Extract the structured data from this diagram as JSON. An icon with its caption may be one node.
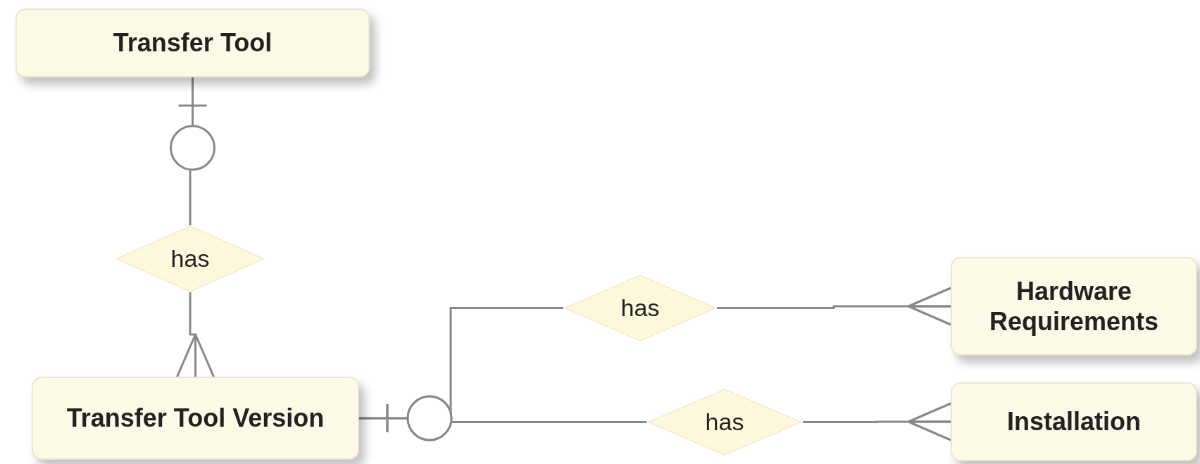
{
  "diagram": {
    "nodes": [
      {
        "text": [
          "Transfer Tool"
        ]
      },
      {
        "text": [
          "has"
        ]
      },
      {
        "text": [
          "Transfer Tool Version"
        ]
      },
      {
        "text": [
          "has"
        ]
      },
      {
        "text": [
          "Hardware Requirements"
        ]
      },
      {
        "text": [
          "has"
        ]
      },
      {
        "text": [
          "Installation"
        ]
      }
    ],
    "edges": [
      {
        "from": 0,
        "to": 1,
        "arrow": "other"
      },
      {
        "from": 1,
        "to": 2,
        "arrow": "other"
      },
      {
        "from": 2,
        "to": 3,
        "arrow": "other"
      },
      {
        "from": 2,
        "to": 5,
        "arrow": "other"
      },
      {
        "from": 3,
        "to": 4,
        "arrow": "other"
      },
      {
        "from": 5,
        "to": 6,
        "arrow": "other"
      }
    ]
  }
}
